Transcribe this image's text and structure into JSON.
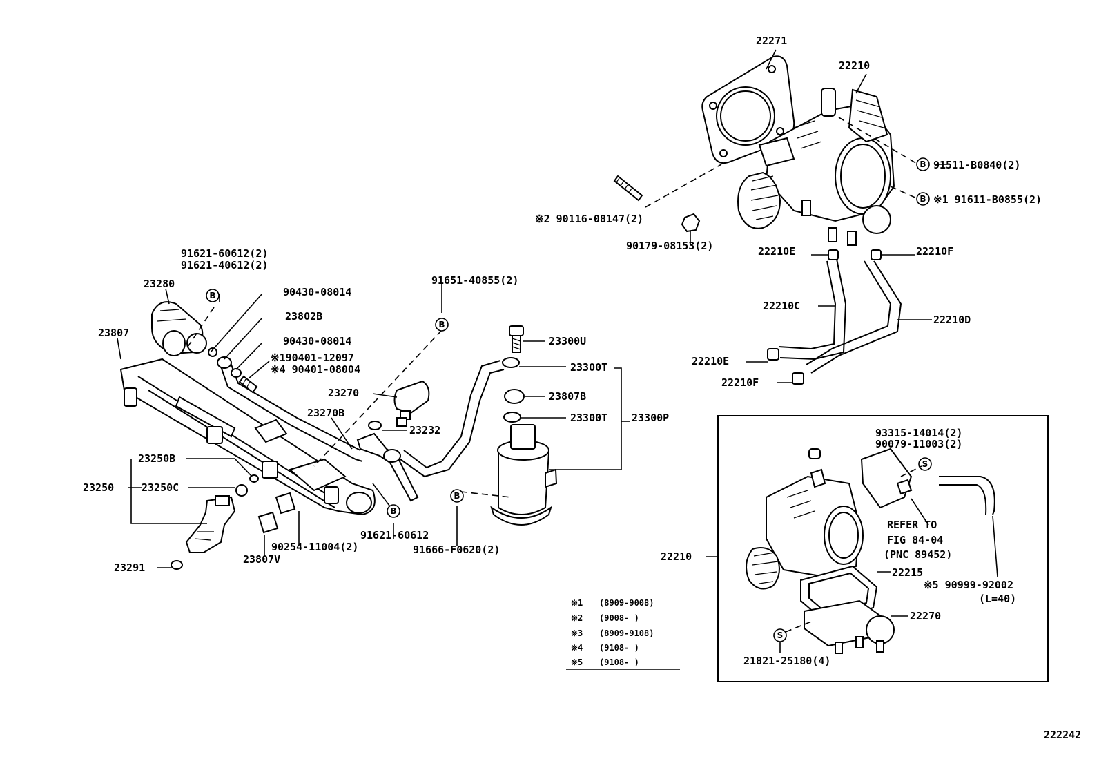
{
  "labels": {
    "p22271": "22271",
    "p22210_top": "22210",
    "p91511": "91511-B0840(2)",
    "p91611": "※1 91611-B0855(2)",
    "p90116": "※2 90116-08147(2)",
    "p90179": "90179-08153(2)",
    "p22210e_top": "22210E",
    "p22210f_top": "22210F",
    "p22210c": "22210C",
    "p22210d": "22210D",
    "p22210e_bot": "22210E",
    "p22210f_bot": "22210F",
    "p91621_a": "91621-60612(2)",
    "p91621_b": "91621-40612(2)",
    "p23280": "23280",
    "p90430_a": "90430-08014",
    "p23802b": "23802B",
    "p90430_b": "90430-08014",
    "p90401_a": "※190401-12097",
    "p90401_b": "※4 90401-08004",
    "p23807": "23807",
    "p91651": "91651-40855(2)",
    "p23300u": "23300U",
    "p23300t_a": "23300T",
    "p23807b": "23807B",
    "p23300t_b": "23300T",
    "p23300p": "23300P",
    "p23270": "23270",
    "p23270b": "23270B",
    "p23232": "23232",
    "p23250b": "23250B",
    "p23250": "23250",
    "p23250c": "23250C",
    "p23291": "23291",
    "p90254": "90254-11004(2)",
    "p23807v": "23807V",
    "p91621_c": "91621-60612",
    "p91666": "91666-F0620(2)",
    "p93315": "93315-14014(2)",
    "p90079": "90079-11003(2)",
    "refer1": "REFER TO",
    "refer2": "FIG 84-04",
    "refer3": "(PNC 89452)",
    "p22215": "22215",
    "p90999": "※5 90999-92002",
    "l40": "(L=40)",
    "p22210_box": "22210",
    "p22270": "22270",
    "p21821": "21821-25180(4)",
    "fig_id": "222242"
  },
  "circle_markers": {
    "bolt": "B",
    "screw": "S"
  },
  "legend": [
    {
      "mark": "※1",
      "range": "(8909-9008)"
    },
    {
      "mark": "※2",
      "range": "(9008-     )"
    },
    {
      "mark": "※3",
      "range": "(8909-9108)"
    },
    {
      "mark": "※4",
      "range": "(9108-     )"
    },
    {
      "mark": "※5",
      "range": "(9108-     )"
    }
  ]
}
